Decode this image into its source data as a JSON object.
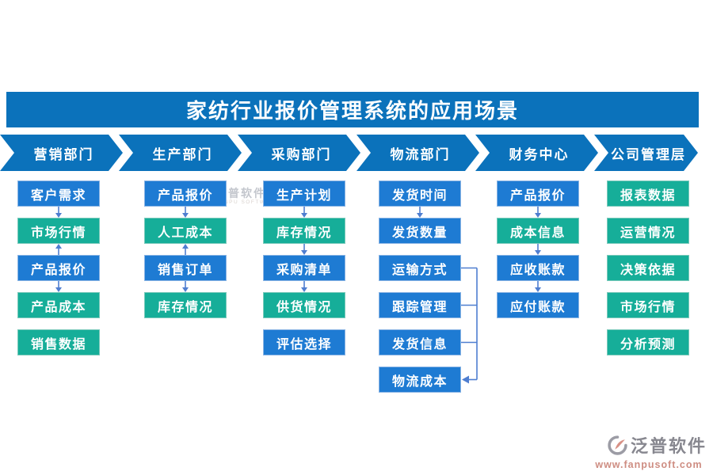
{
  "title": "家纺行业报价管理系统的应用场景",
  "departments": [
    {
      "label": "营销部门",
      "items": [
        {
          "label": "客户需求",
          "color": "blue"
        },
        {
          "label": "市场行情",
          "color": "green"
        },
        {
          "label": "产品报价",
          "color": "blue"
        },
        {
          "label": "产品成本",
          "color": "green"
        },
        {
          "label": "销售数据",
          "color": "green"
        }
      ],
      "arrows": [
        "down",
        "up",
        "down",
        "none"
      ]
    },
    {
      "label": "生产部门",
      "items": [
        {
          "label": "产品报价",
          "color": "blue"
        },
        {
          "label": "人工成本",
          "color": "green"
        },
        {
          "label": "销售订单",
          "color": "blue"
        },
        {
          "label": "库存情况",
          "color": "green"
        }
      ],
      "arrows": [
        "down",
        "up",
        "down"
      ]
    },
    {
      "label": "采购部门",
      "items": [
        {
          "label": "生产计划",
          "color": "blue"
        },
        {
          "label": "库存情况",
          "color": "green"
        },
        {
          "label": "采购清单",
          "color": "blue"
        },
        {
          "label": "供货情况",
          "color": "green"
        },
        {
          "label": "评估选择",
          "color": "blue"
        }
      ],
      "arrows": [
        "down",
        "down",
        "down",
        "none"
      ]
    },
    {
      "label": "物流部门",
      "items": [
        {
          "label": "发货时间",
          "color": "blue"
        },
        {
          "label": "发货数量",
          "color": "blue"
        },
        {
          "label": "运输方式",
          "color": "blue"
        },
        {
          "label": "跟踪管理",
          "color": "blue"
        },
        {
          "label": "发货信息",
          "color": "blue"
        },
        {
          "label": "物流成本",
          "color": "blue"
        }
      ],
      "arrows": [
        "down",
        "none",
        "none",
        "none",
        "none"
      ],
      "connector": {
        "from_items": [
          2,
          3,
          4
        ],
        "to_item": 5
      }
    },
    {
      "label": "财务中心",
      "items": [
        {
          "label": "产品报价",
          "color": "blue"
        },
        {
          "label": "成本信息",
          "color": "green"
        },
        {
          "label": "应收账款",
          "color": "blue"
        },
        {
          "label": "应付账款",
          "color": "blue"
        }
      ],
      "arrows": [
        "down",
        "down",
        "down"
      ]
    },
    {
      "label": "公司管理层",
      "items": [
        {
          "label": "报表数据",
          "color": "green"
        },
        {
          "label": "运营情况",
          "color": "green"
        },
        {
          "label": "决策依据",
          "color": "green"
        },
        {
          "label": "市场行情",
          "color": "green"
        },
        {
          "label": "分析预测",
          "color": "green"
        }
      ],
      "arrows": [
        "none",
        "none",
        "none",
        "none"
      ]
    }
  ],
  "watermarks": {
    "center": {
      "brand": "泛普软件",
      "subtext": "FANPU SOFTWARE"
    },
    "footer": {
      "brand": "泛普软件",
      "url": "www.fanpusoft.com"
    }
  },
  "colors": {
    "banner": "#0b72bb",
    "box_blue": "#1e7bd3",
    "box_blue_border": "#8ab4e4",
    "box_green": "#16ae99",
    "box_green_border": "#79c9ba",
    "arrow": "#4f7ed0"
  }
}
